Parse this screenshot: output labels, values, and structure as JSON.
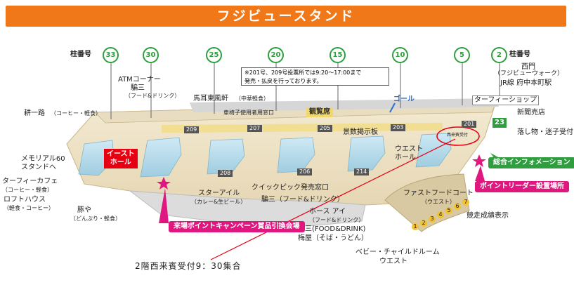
{
  "header": {
    "title": "フジビュースタンド"
  },
  "pillar_numbers": {
    "label_left": "柱番号",
    "label_right": "柱番号",
    "pins": [
      "33",
      "30",
      "25",
      "20",
      "15",
      "10",
      "5",
      "2"
    ]
  },
  "notice": {
    "line1": "※201号、209号投票所では9:20～17:00まで",
    "line2": "発売・払戻を行っております。"
  },
  "goal": "ゴール",
  "room_numbers": [
    "209",
    "207",
    "205",
    "203",
    "201",
    "208",
    "206",
    "214"
  ],
  "zones": {
    "east_hall": "イースト\nホール",
    "kanransha": "観覧席",
    "west_hall": "ウエスト\nホール",
    "west_guest": "西来賓受付",
    "green_pin": "23"
  },
  "labels": {
    "atm": "ATMコーナー",
    "atm_shop": "騙三",
    "atm_shop_sub": "（フード&ドリンク）",
    "bajito": "馬耳東風軒",
    "bajito_sub": "（中華軽食）",
    "wheelchair": "車椅子使用者用窓口",
    "keiji": "景数掲示板",
    "turfy": "ターフィーショップ",
    "seimon": "西門",
    "seimon_sub": "（フジビューウォーク）",
    "jr": "JR線 府中本町駅",
    "shinbun": "新聞売店",
    "lost": "落し物・迷子受付",
    "ippo": "耕一路",
    "ippo_sub": "（コーヒー・軽食）",
    "memorial": "メモリアル60",
    "memorial2": "スタンドへ",
    "turfcafe": "ターフィーカフェ",
    "turfcafe_sub": "（コーヒー・軽食）",
    "loft": "ロフトハウス",
    "loft_sub": "（軽食・コーヒー）",
    "buta": "豚や",
    "buta_sub": "（どんぶり・軽食）",
    "starisle": "スターアイル",
    "starisle_sub": "（カレー&生ビール）",
    "quickpick": "クイックピック発売窓口",
    "ryozo": "騙三（フード&ドリンク）",
    "horse_eye": "ホース アイ",
    "horse_eye_sub": "（フード&ドリンク）",
    "ryozo2": "騙三(FOOD&DRINK)",
    "umeya": "梅屋（そば・うどん）",
    "baby": "ベビー・チャイルドルーム",
    "baby2": "ウエスト",
    "fastfood": "ファストフードコート",
    "fastfood_sub": "（ウエスト）",
    "results": "競走成績表示"
  },
  "callouts": {
    "general_info": "総合インフォメーション",
    "point_reader": "ポイントリーダー設置場所",
    "campaign": "来場ポイントキャンペーン賞品引換会場"
  },
  "sequence_numbers": [
    "1",
    "2",
    "3",
    "4",
    "5",
    "6",
    "7"
  ],
  "annotation": "2階西来賓受付9：30集合",
  "colors": {
    "header": "#f07818",
    "green": "#2e9e3e",
    "magenta": "#e0177f",
    "red": "#e60012",
    "blue": "#2a6fd0",
    "floor": "#efe4c8"
  }
}
